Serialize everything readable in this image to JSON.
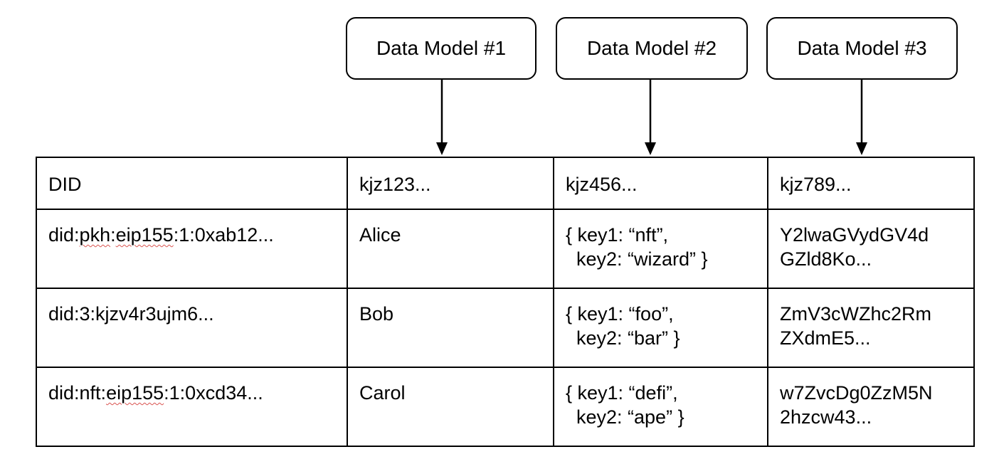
{
  "models": [
    {
      "label": "Data Model #1"
    },
    {
      "label": "Data Model #2"
    },
    {
      "label": "Data Model #3"
    }
  ],
  "table": {
    "header": {
      "did": "DID",
      "m1": "kjz123...",
      "m2": "kjz456...",
      "m3": "kjz789..."
    },
    "rows": [
      {
        "did_prefix": "did:",
        "did_method": "pkh",
        "did_sep": ":",
        "did_chain": "eip155",
        "did_suffix": ":1:0xab12...",
        "m1": "Alice",
        "m2_line1": "{ key1: “nft”,",
        "m2_line2": "  key2: “wizard” }",
        "m3_line1": "Y2lwaGVydGV4d",
        "m3_line2": "GZld8Ko..."
      },
      {
        "did_full": "did:3:kjzv4r3ujm6...",
        "m1": "Bob",
        "m2_line1": "{ key1: “foo”,",
        "m2_line2": "  key2: “bar” }",
        "m3_line1": "ZmV3cWZhc2Rm",
        "m3_line2": "ZXdmE5..."
      },
      {
        "did_prefix": "did:nft:",
        "did_chain": "eip155",
        "did_suffix": ":1:0xcd34...",
        "m1": "Carol",
        "m2_line1": "{ key1: “defi”,",
        "m2_line2": "  key2: “ape” }",
        "m3_line1": "w7ZvcDg0ZzM5N",
        "m3_line2": "2hzcw43..."
      }
    ]
  }
}
